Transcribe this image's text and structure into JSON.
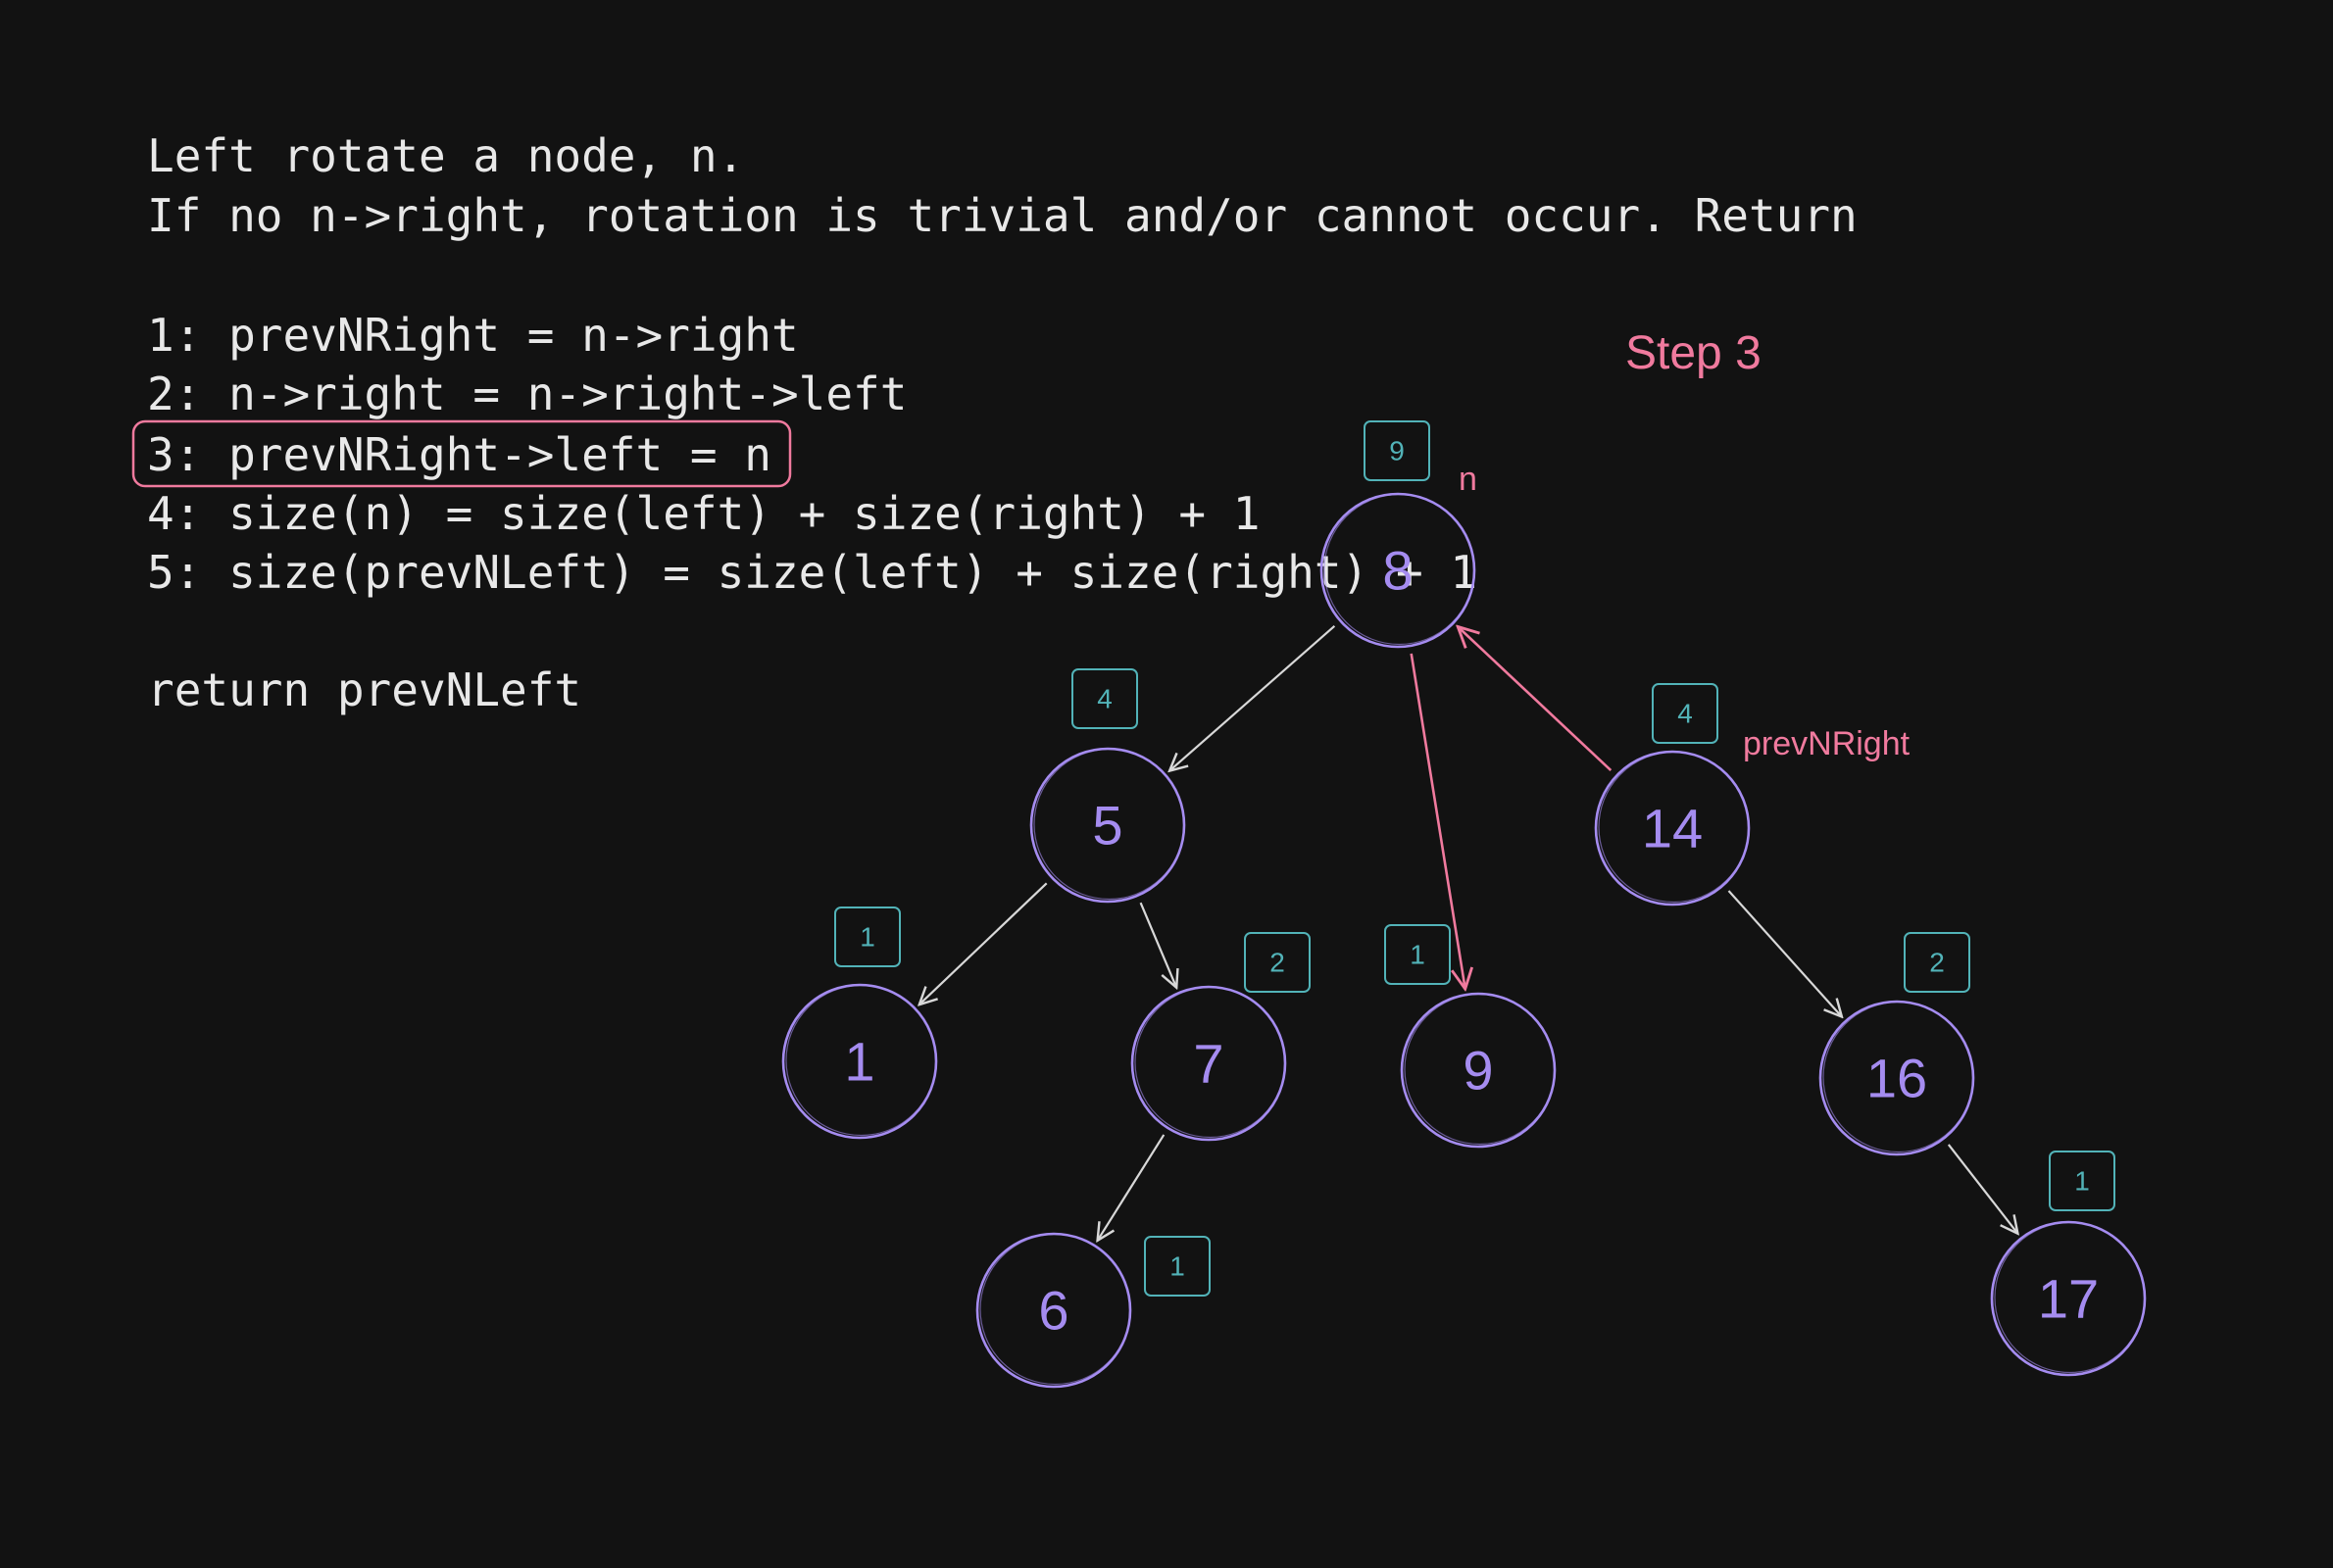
{
  "code": {
    "lines": [
      "Left rotate a node, n.",
      "If no n->right, rotation is trivial and/or cannot occur. Return",
      "",
      "1: prevNRight = n->right",
      "2: n->right = n->right->left",
      "3: prevNRight->left = n",
      "4: size(n) = size(left) + size(right) + 1",
      "5: size(prevNLeft) = size(left) + size(right) + 1",
      "",
      "return prevNLeft"
    ],
    "highlighted_line": 5
  },
  "step_label": "Step 3",
  "annotations": {
    "n_label": "n",
    "prevNRight_label": "prevNRight"
  },
  "colors": {
    "background": "#121212",
    "text": "#e8e8e8",
    "node": "#a58cf0",
    "size_box": "#52b3b8",
    "highlight": "#f07a9e",
    "edge": "#d8d8d8"
  },
  "tree": {
    "nodes": [
      {
        "id": "n8",
        "value": "8",
        "size": "9"
      },
      {
        "id": "n5",
        "value": "5",
        "size": "4"
      },
      {
        "id": "n14",
        "value": "14",
        "size": "4"
      },
      {
        "id": "n1",
        "value": "1",
        "size": "1"
      },
      {
        "id": "n7",
        "value": "7",
        "size": "2"
      },
      {
        "id": "n9",
        "value": "9",
        "size": "1"
      },
      {
        "id": "n16",
        "value": "16",
        "size": "2"
      },
      {
        "id": "n6",
        "value": "6",
        "size": "1"
      },
      {
        "id": "n17",
        "value": "17",
        "size": "1"
      }
    ],
    "edges": [
      {
        "from": "n8",
        "to": "n5",
        "kind": "normal"
      },
      {
        "from": "n8",
        "to": "n9",
        "kind": "highlight"
      },
      {
        "from": "n14",
        "to": "n8",
        "kind": "highlight"
      },
      {
        "from": "n5",
        "to": "n1",
        "kind": "normal"
      },
      {
        "from": "n5",
        "to": "n7",
        "kind": "normal"
      },
      {
        "from": "n7",
        "to": "n6",
        "kind": "normal"
      },
      {
        "from": "n14",
        "to": "n16",
        "kind": "normal"
      },
      {
        "from": "n16",
        "to": "n17",
        "kind": "normal"
      }
    ]
  }
}
